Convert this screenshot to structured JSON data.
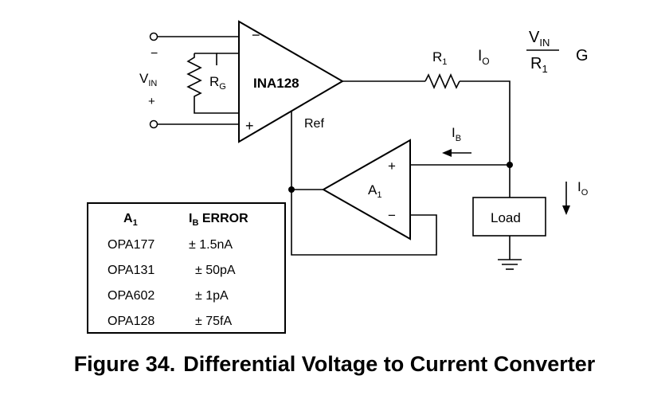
{
  "diagram": {
    "amp_main": {
      "label": "INA128",
      "minus": "−",
      "plus": "+"
    },
    "amp_buffer": {
      "label": "A",
      "label_sub": "1",
      "plus": "+",
      "minus": "−"
    },
    "input": {
      "minus_sign": "−",
      "label": "V",
      "label_sub": "IN",
      "plus_sign": "+"
    },
    "rg": {
      "label": "R",
      "label_sub": "G"
    },
    "r1": {
      "label": "R",
      "label_sub": "1"
    },
    "ref_label": "Ref",
    "io_top": {
      "label": "I",
      "label_sub": "O"
    },
    "ib": {
      "label": "I",
      "label_sub": "B"
    },
    "io_side": {
      "label": "I",
      "label_sub": "O"
    },
    "load_label": "Load",
    "formula": {
      "num": "V",
      "num_sub": "IN",
      "den": "R",
      "den_sub": "1",
      "gain": "G"
    }
  },
  "table": {
    "headers": {
      "a1": "A",
      "a1_sub": "1",
      "err": "I",
      "err_sub": "B",
      "err_rest": " ERROR"
    },
    "rows": [
      {
        "part": "OPA177",
        "error": "± 1.5nA"
      },
      {
        "part": "OPA131",
        "error": "± 50pA"
      },
      {
        "part": "OPA602",
        "error": "± 1pA"
      },
      {
        "part": "OPA128",
        "error": "± 75fA"
      }
    ]
  },
  "caption": {
    "number": "Figure 34.",
    "title": "Differential Voltage to Current Converter"
  }
}
